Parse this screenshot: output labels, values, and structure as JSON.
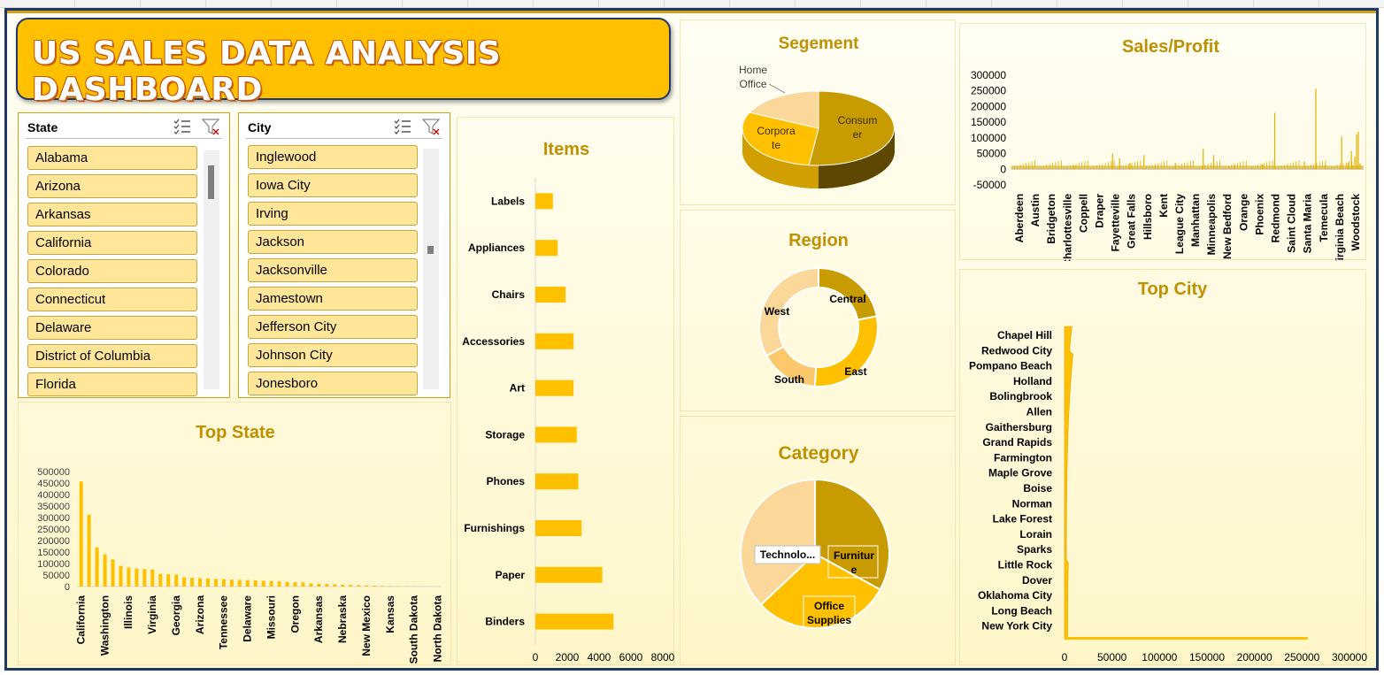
{
  "header": {
    "title": "US SALES DATA ANALYSIS DASHBOARD"
  },
  "state_slicer": {
    "label": "State",
    "items": [
      "Alabama",
      "Arizona",
      "Arkansas",
      "California",
      "Colorado",
      "Connecticut",
      "Delaware",
      "District of Columbia",
      "Florida"
    ]
  },
  "city_slicer": {
    "label": "City",
    "items": [
      "Inglewood",
      "Iowa City",
      "Irving",
      "Jackson",
      "Jacksonville",
      "Jamestown",
      "Jefferson City",
      "Johnson City",
      "Jonesboro"
    ]
  },
  "colors": {
    "accent": "#ffc000",
    "dark_gold": "#bf9000",
    "pale": "#ffe699",
    "border": "#1f3864"
  },
  "icons": [
    "multi-select-icon",
    "clear-filter-icon"
  ],
  "chart_data": [
    {
      "id": "top_state",
      "type": "bar",
      "title": "Top State",
      "categories": [
        "California",
        "",
        "Washington",
        "",
        "Illinois",
        "",
        "Virginia",
        "",
        "Georgia",
        "",
        "Arizona",
        "",
        "Tennessee",
        "",
        "Delaware",
        "",
        "Missouri",
        "",
        "Oregon",
        "",
        "Arkansas",
        "",
        "Nebraska",
        "",
        "New Mexico",
        "",
        "Kansas",
        "",
        "South Dakota",
        "",
        "North Dakota"
      ],
      "all_bars": [
        457000,
        312000,
        170000,
        140000,
        118000,
        90000,
        83000,
        78000,
        76000,
        74000,
        55000,
        54000,
        52000,
        40000,
        38000,
        36000,
        35000,
        33000,
        32000,
        30000,
        29000,
        28000,
        27000,
        25000,
        24000,
        22000,
        20000,
        19000,
        18000,
        14000,
        12000,
        11000,
        9500,
        8000,
        7000,
        6000,
        5000,
        4000,
        3000,
        2500,
        2000,
        1500,
        1000,
        800,
        500,
        300
      ],
      "x_labels": [
        "California",
        "Washington",
        "Illinois",
        "Virginia",
        "Georgia",
        "Arizona",
        "Tennessee",
        "Delaware",
        "Missouri",
        "Oregon",
        "Arkansas",
        "Nebraska",
        "New Mexico",
        "Kansas",
        "South Dakota",
        "North Dakota"
      ],
      "y_ticks": [
        0,
        50000,
        100000,
        150000,
        200000,
        250000,
        300000,
        350000,
        400000,
        450000,
        500000
      ],
      "ylim": [
        0,
        500000
      ]
    },
    {
      "id": "items",
      "type": "bar",
      "title": "Items",
      "categories": [
        "Labels",
        "Appliances",
        "Chairs",
        "Accessories",
        "Art",
        "Storage",
        "Phones",
        "Furnishings",
        "Paper",
        "Binders"
      ],
      "values": [
        1100,
        1400,
        1900,
        2400,
        2400,
        2600,
        2700,
        2900,
        4200,
        4900
      ],
      "x_ticks": [
        0,
        2000,
        4000,
        6000,
        8000
      ],
      "xlim": [
        0,
        8000
      ]
    },
    {
      "id": "segment",
      "type": "pie",
      "title": "Segement",
      "categories": [
        "Consumer",
        "Corporate",
        "Home Office"
      ],
      "labels": [
        "Consum er",
        "Corpora te",
        "Home Office"
      ],
      "values": [
        52,
        30,
        18
      ]
    },
    {
      "id": "region",
      "type": "pie",
      "title": "Region",
      "categories": [
        "Central",
        "East",
        "South",
        "West"
      ],
      "values": [
        22,
        29,
        16,
        33
      ]
    },
    {
      "id": "category",
      "type": "pie",
      "title": "Category",
      "categories": [
        "Furniture",
        "Office Supplies",
        "Technology"
      ],
      "labels": [
        "Furnitur e",
        "Office Supplies",
        "Technolo..."
      ],
      "values": [
        33,
        30,
        37
      ]
    },
    {
      "id": "sales_profit",
      "type": "line",
      "title": "Sales/Profit",
      "x_labels": [
        "Aberdeen",
        "Austin",
        "Bridgeton",
        "Charlottesville",
        "Coppell",
        "Draper",
        "Fayetteville",
        "Great Falls",
        "Hillsboro",
        "Kent",
        "League City",
        "Manhattan",
        "Minneapolis",
        "New Bedford",
        "Orange",
        "Phoenix",
        "Redmond",
        "Saint Cloud",
        "Santa Maria",
        "Temecula",
        "Virginia Beach",
        "Woodstock"
      ],
      "y_ticks": [
        -50000,
        0,
        50000,
        100000,
        150000,
        200000,
        250000,
        300000
      ],
      "ylim": [
        -50000,
        300000
      ],
      "spikes": [
        [
          0.05,
          8000
        ],
        [
          0.11,
          5000
        ],
        [
          0.18,
          12000
        ],
        [
          0.29,
          50000
        ],
        [
          0.31,
          35000
        ],
        [
          0.34,
          20000
        ],
        [
          0.38,
          45000
        ],
        [
          0.47,
          20000
        ],
        [
          0.55,
          65000
        ],
        [
          0.58,
          45000
        ],
        [
          0.64,
          15000
        ],
        [
          0.72,
          15000
        ],
        [
          0.755,
          180000
        ],
        [
          0.84,
          25000
        ],
        [
          0.873,
          257000
        ],
        [
          0.9,
          15000
        ],
        [
          0.947,
          105000
        ],
        [
          0.965,
          20000
        ],
        [
          0.98,
          12000
        ],
        [
          0.99,
          112000
        ],
        [
          0.995,
          120000
        ],
        [
          0.975,
          58000
        ],
        [
          0.985,
          40000
        ],
        [
          1.0,
          18000
        ]
      ]
    },
    {
      "id": "top_city",
      "type": "bar",
      "title": "Top City",
      "categories": [
        "Chapel Hill",
        "Redwood City",
        "Pompano Beach",
        "Holland",
        "Bolingbrook",
        "Allen",
        "Gaithersburg",
        "Grand Rapids",
        "Farmington",
        "Maple Grove",
        "Boise",
        "Norman",
        "Lake Forest",
        "Lorain",
        "Sparks",
        "Little Rock",
        "Dover",
        "Oklahoma City",
        "Long Beach",
        "New York City"
      ],
      "x_ticks": [
        0,
        50000,
        100000,
        150000,
        200000,
        250000,
        300000
      ],
      "xlim": [
        0,
        300000
      ],
      "max_value": 256000
    }
  ]
}
